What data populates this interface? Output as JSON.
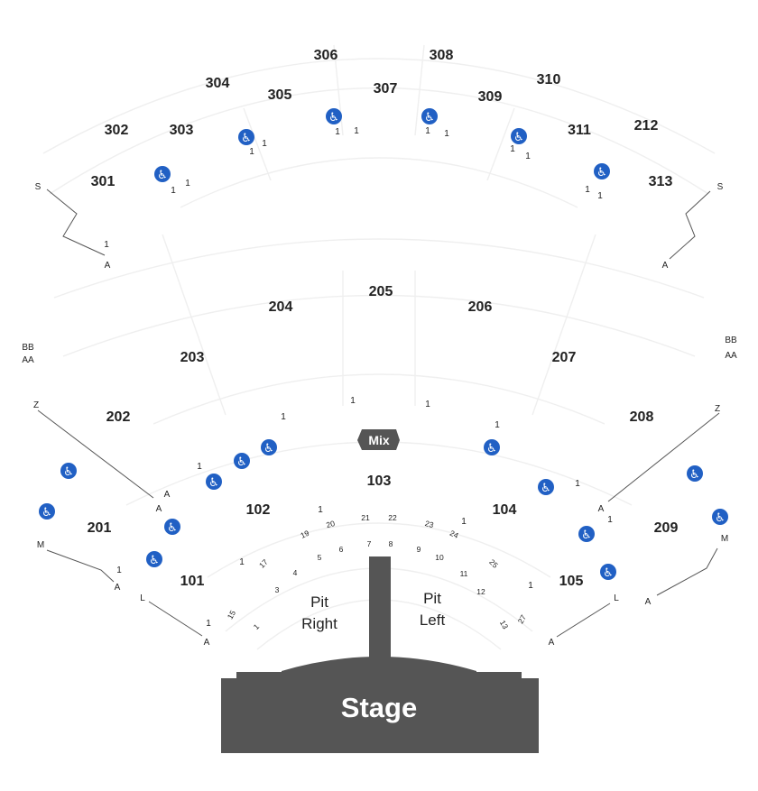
{
  "stage": {
    "label": "Stage",
    "color": "#555555"
  },
  "mix": {
    "label": "Mix",
    "color": "#555555"
  },
  "pit": {
    "right_line1": "Pit",
    "right_line2": "Right",
    "left_line1": "Pit",
    "left_line2": "Left"
  },
  "accessible_icon": "wheelchair-icon",
  "accessible_color": "#2160c4",
  "sections": [
    "306",
    "308",
    "304",
    "307",
    "310",
    "305",
    "309",
    "302",
    "303",
    "311",
    "212",
    "301",
    "313",
    "205",
    "204",
    "206",
    "203",
    "207",
    "202",
    "208",
    "103",
    "102",
    "104",
    "201",
    "209",
    "101",
    "105"
  ],
  "row_labels": [
    "S",
    "S",
    "A",
    "A",
    "BB",
    "AA",
    "BB",
    "AA",
    "Z",
    "Z",
    "A",
    "A",
    "M",
    "M",
    "A",
    "A",
    "L",
    "L",
    "A",
    "A",
    "A"
  ],
  "seat_labels_1": [
    "1",
    "1",
    "1",
    "1",
    "1",
    "1",
    "1",
    "1",
    "1",
    "1",
    "1",
    "1",
    "1",
    "1",
    "1",
    "1",
    "1",
    "1",
    "1",
    "1",
    "1",
    "1",
    "1",
    "1",
    "1",
    "1",
    "1",
    "1",
    "1",
    "1"
  ],
  "pit_seats": [
    "21",
    "22",
    "20",
    "23",
    "19",
    "24",
    "7",
    "8",
    "6",
    "9",
    "5",
    "10",
    "4",
    "11",
    "3",
    "12",
    "17",
    "25",
    "15",
    "27",
    "13",
    "1"
  ]
}
